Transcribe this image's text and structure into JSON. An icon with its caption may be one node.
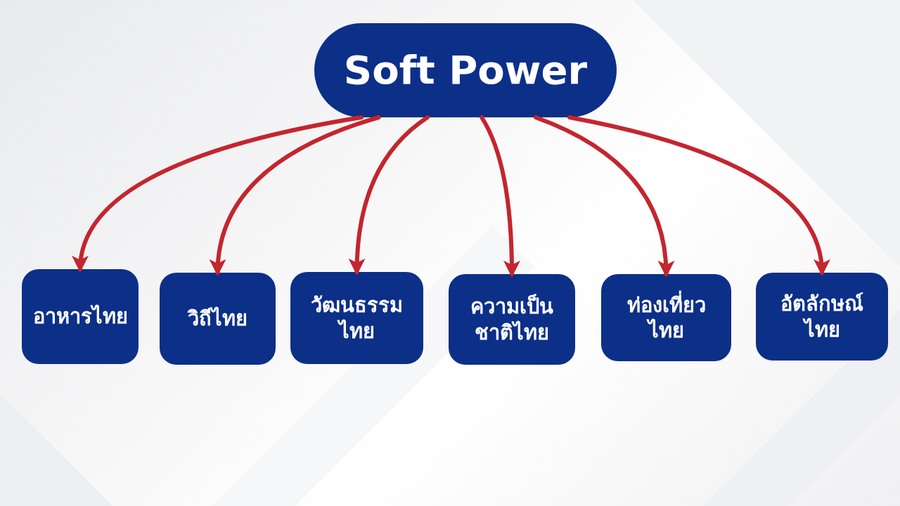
{
  "diagram": {
    "nodes": [
      {
        "text": [
          "Soft Power"
        ]
      },
      {
        "text": [
          "อาหารไทย"
        ]
      },
      {
        "text": [
          "วิถีไทย"
        ]
      },
      {
        "text": [
          "วัฒนธรรมไทย"
        ]
      },
      {
        "text": [
          "ความเป็นชาติไทย"
        ]
      },
      {
        "text": [
          "ท่องเที่ยวไทย"
        ]
      },
      {
        "text": [
          "อัตลักษณ์ไทย"
        ]
      }
    ],
    "edges": [
      {
        "from": 0,
        "to": 1,
        "arrow": "to"
      },
      {
        "from": 0,
        "to": 2,
        "arrow": "to"
      },
      {
        "from": 0,
        "to": 3,
        "arrow": "to"
      },
      {
        "from": 0,
        "to": 4,
        "arrow": "to"
      },
      {
        "from": 0,
        "to": 5,
        "arrow": "to"
      },
      {
        "from": 0,
        "to": 6,
        "arrow": "to"
      }
    ]
  }
}
